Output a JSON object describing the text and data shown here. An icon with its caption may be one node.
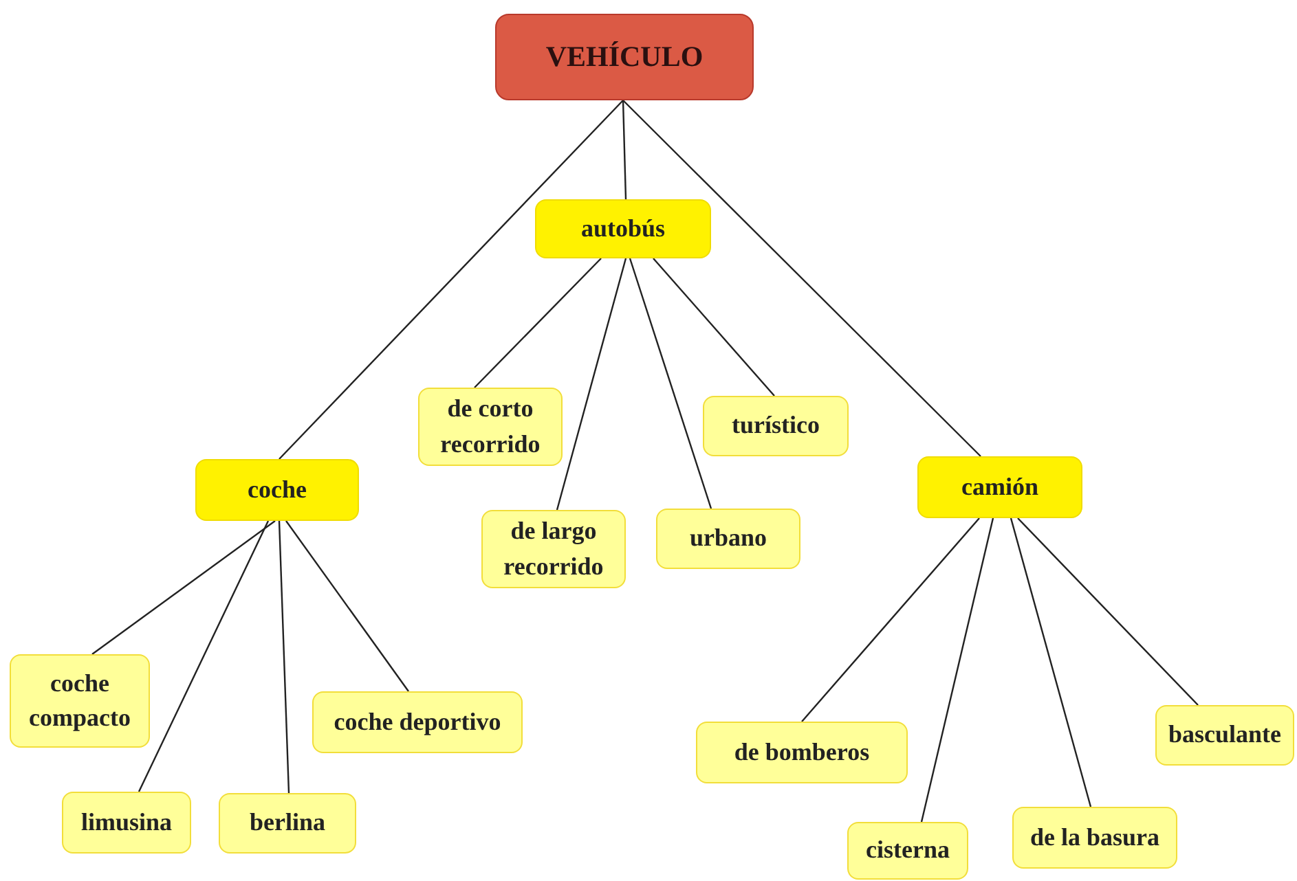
{
  "diagram": {
    "nodes": [
      {
        "text": [
          "VEHÍCULO"
        ]
      },
      {
        "text": [
          "autobús"
        ]
      },
      {
        "text": [
          "coche"
        ]
      },
      {
        "text": [
          "camión"
        ]
      },
      {
        "text": [
          "de corto recorrido"
        ]
      },
      {
        "text": [
          "de largo recorrido"
        ]
      },
      {
        "text": [
          "urbano"
        ]
      },
      {
        "text": [
          "turístico"
        ]
      },
      {
        "text": [
          "coche compacto"
        ]
      },
      {
        "text": [
          "limusina"
        ]
      },
      {
        "text": [
          "berlina"
        ]
      },
      {
        "text": [
          "coche deportivo"
        ]
      },
      {
        "text": [
          "de bomberos"
        ]
      },
      {
        "text": [
          "cisterna"
        ]
      },
      {
        "text": [
          "de la basura"
        ]
      },
      {
        "text": [
          "basculante"
        ]
      }
    ],
    "edges": [
      {
        "from": 0,
        "to": 1,
        "arrow": "none"
      },
      {
        "from": 0,
        "to": 2,
        "arrow": "none"
      },
      {
        "from": 0,
        "to": 3,
        "arrow": "none"
      },
      {
        "from": 1,
        "to": 4,
        "arrow": "none"
      },
      {
        "from": 1,
        "to": 5,
        "arrow": "none"
      },
      {
        "from": 1,
        "to": 6,
        "arrow": "none"
      },
      {
        "from": 1,
        "to": 7,
        "arrow": "none"
      },
      {
        "from": 2,
        "to": 8,
        "arrow": "none"
      },
      {
        "from": 2,
        "to": 9,
        "arrow": "none"
      },
      {
        "from": 2,
        "to": 10,
        "arrow": "none"
      },
      {
        "from": 2,
        "to": 11,
        "arrow": "none"
      },
      {
        "from": 3,
        "to": 12,
        "arrow": "none"
      },
      {
        "from": 3,
        "to": 13,
        "arrow": "none"
      },
      {
        "from": 3,
        "to": 14,
        "arrow": "none"
      },
      {
        "from": 3,
        "to": 15,
        "arrow": "none"
      }
    ]
  }
}
